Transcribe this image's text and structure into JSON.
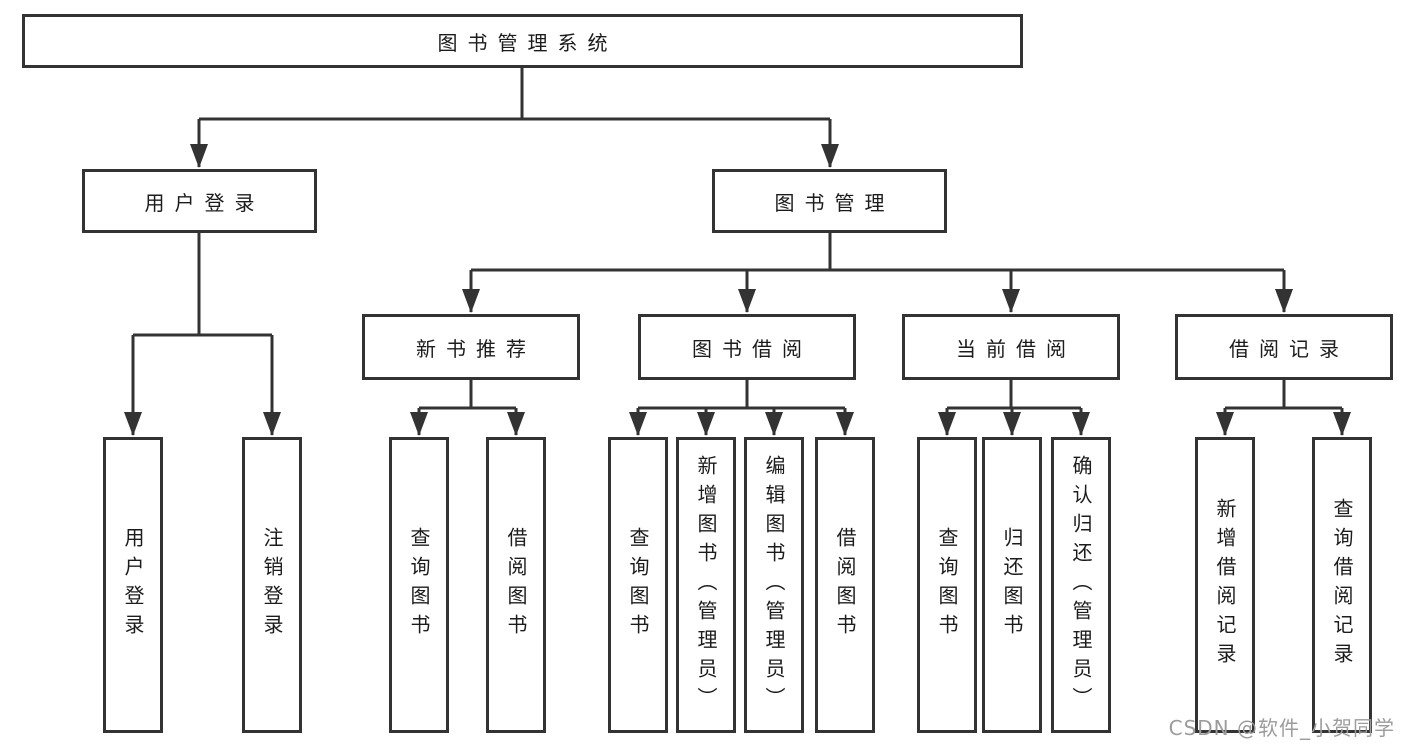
{
  "diagram": {
    "root": {
      "label": "图书管理系统"
    },
    "user_login": {
      "label": "用户登录",
      "children": [
        {
          "label": "用户登录"
        },
        {
          "label": "注销登录"
        }
      ]
    },
    "book_management": {
      "label": "图书管理",
      "children": [
        {
          "label": "新书推荐",
          "children": [
            {
              "label": "查询图书"
            },
            {
              "label": "借阅图书"
            }
          ]
        },
        {
          "label": "图书借阅",
          "children": [
            {
              "label": "查询图书"
            },
            {
              "label": "新增图书（管理员）"
            },
            {
              "label": "编辑图书（管理员）"
            },
            {
              "label": "借阅图书"
            }
          ]
        },
        {
          "label": "当前借阅",
          "children": [
            {
              "label": "查询图书"
            },
            {
              "label": "归还图书"
            },
            {
              "label": "确认归还（管理员）"
            }
          ]
        },
        {
          "label": "借阅记录",
          "children": [
            {
              "label": "新增借阅记录"
            },
            {
              "label": "查询借阅记录"
            }
          ]
        }
      ]
    }
  },
  "watermark": {
    "text": "CSDN @软件_小贺同学"
  },
  "colors": {
    "line": "#333333",
    "text": "#1c1c1c",
    "watermark": "#9c9c9c",
    "background": "#ffffff"
  }
}
